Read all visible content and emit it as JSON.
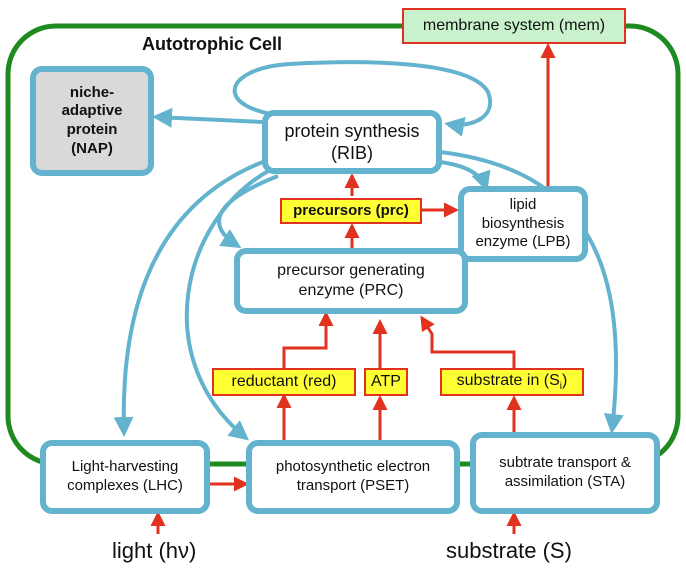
{
  "cell_label": "Autotrophic Cell",
  "nodes": {
    "mem": "membrane system (mem)",
    "nap": [
      "niche-",
      "adaptive",
      "protein",
      "(NAP)"
    ],
    "rib": [
      "protein synthesis",
      "(RIB)"
    ],
    "prc_metab": "precursors (prc)",
    "lpb": [
      "lipid",
      "biosynthesis",
      "enzyme (LPB)"
    ],
    "prc_enzyme": [
      "precursor generating",
      "enzyme (PRC)"
    ],
    "red": "reductant (red)",
    "atp": "ATP",
    "si": "substrate in (S",
    "si_sub": "i",
    "si_close": ")",
    "lhc": [
      "Light-harvesting",
      "complexes (LHC)"
    ],
    "pset": [
      "photosynthetic electron",
      "transport (PSET)"
    ],
    "sta": [
      "subtrate transport &",
      "assimilation (STA)"
    ]
  },
  "inputs": {
    "light": "light (hν)",
    "substrate": "substrate (S)"
  },
  "colors": {
    "cell_border": "#1f8a1f",
    "protein_box": "#63b3ce",
    "flux_arrow": "#e0321e",
    "metabolite_fill": "#ffff33",
    "membrane_fill": "#c9f2cc"
  }
}
